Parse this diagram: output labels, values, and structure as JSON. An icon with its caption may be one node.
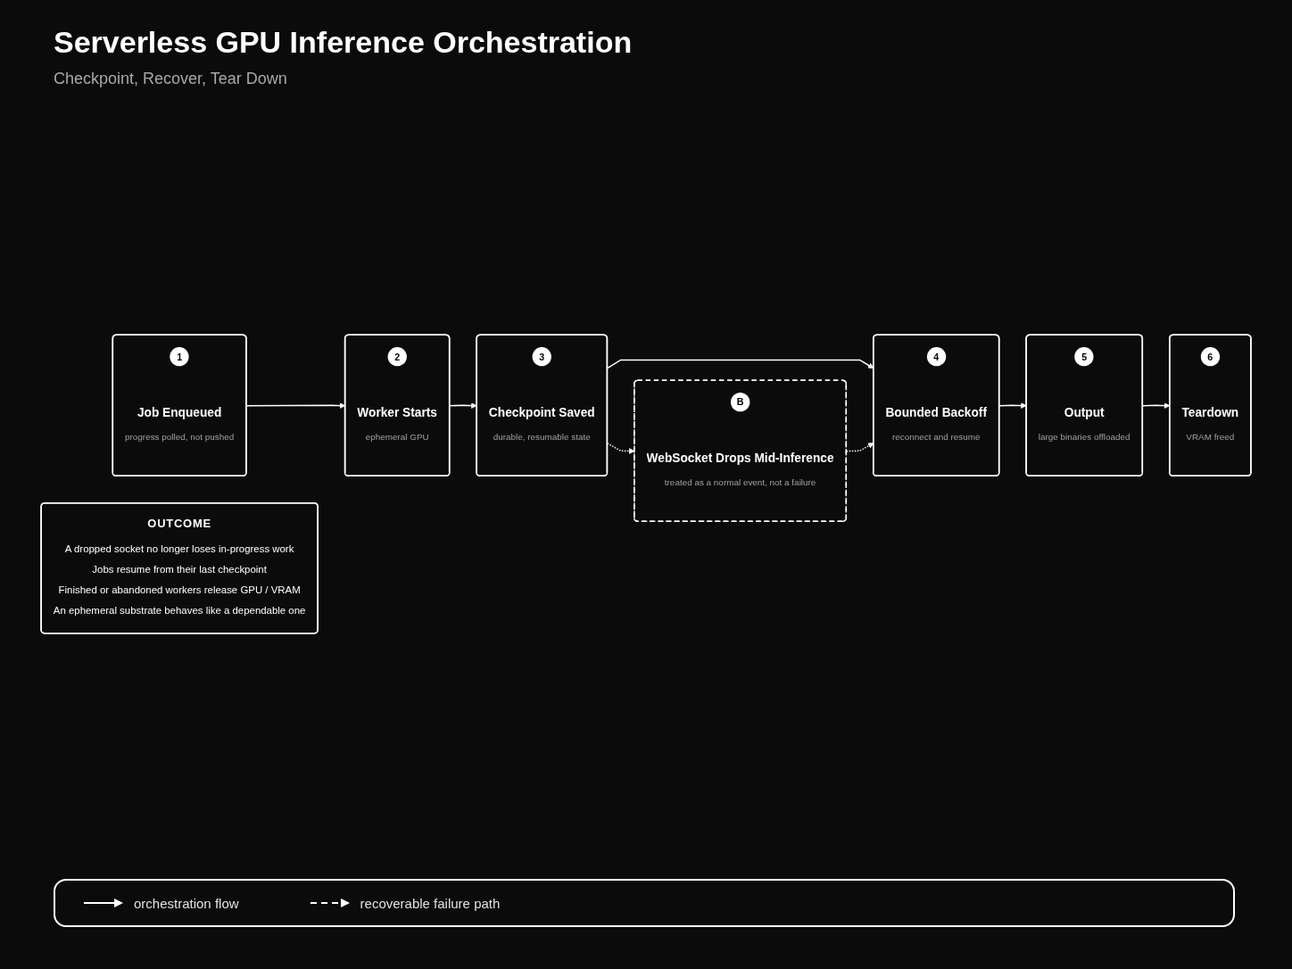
{
  "diagram": {
    "title": "Serverless GPU Inference Orchestration",
    "nodes": [
      {
        "text": [
          "1",
          "Job Enqueued",
          "progress polled, not pushed"
        ]
      },
      {
        "text": [
          "2",
          "Worker Starts",
          "ephemeral GPU"
        ]
      },
      {
        "text": [
          "3",
          "Checkpoint Saved",
          "durable, resumable state"
        ]
      },
      {
        "text": [
          "4",
          "Bounded Backoff",
          "reconnect and resume"
        ]
      },
      {
        "text": [
          "5",
          "Output",
          "large binaries offloaded"
        ]
      },
      {
        "text": [
          "6",
          "Teardown",
          "VRAM freed"
        ]
      },
      {
        "text": [
          "B",
          "WebSocket Drops Mid-Inference",
          "treated as a normal event, not a failure"
        ]
      },
      {
        "text": [
          "OUTCOME",
          "A dropped socket no longer loses in-progress work",
          "Jobs resume from their last checkpoint",
          "Finished or abandoned workers release GPU / VRAM",
          "An ephemeral substrate behaves like a dependable one"
        ]
      }
    ],
    "edges": [
      {
        "from": 0,
        "to": 1,
        "arrow": "to"
      },
      {
        "from": 1,
        "to": 2,
        "arrow": "to"
      },
      {
        "from": 2,
        "to": 3,
        "arrow": "to"
      },
      {
        "from": 3,
        "to": 4,
        "arrow": "to"
      },
      {
        "from": 4,
        "to": 5,
        "arrow": "to"
      },
      {
        "from": 2,
        "to": 6,
        "arrow": "to",
        "style": "dashed"
      },
      {
        "from": 6,
        "to": 3,
        "arrow": "to",
        "style": "dashed"
      }
    ],
    "labels": [
      "Checkpoint, Recover, Tear Down"
    ],
    "legend": [
      {
        "text": "orchestration flow"
      },
      {
        "text": "recoverable failure path"
      }
    ]
  }
}
